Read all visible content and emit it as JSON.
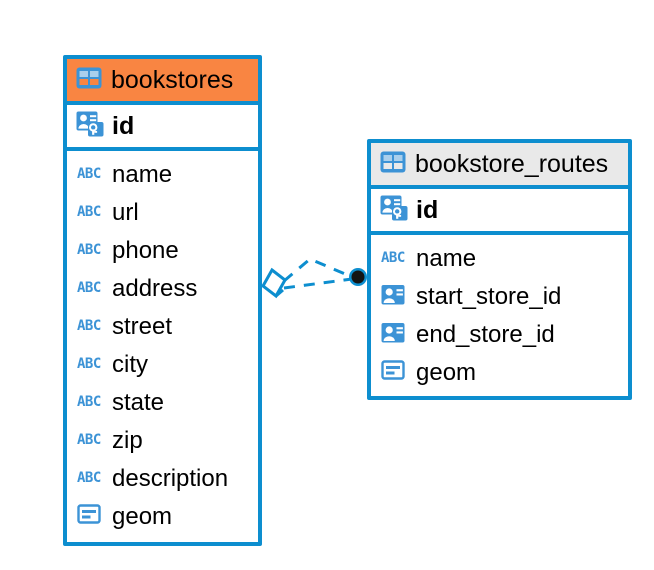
{
  "diagram": {
    "type": "entity-relationship-diagram",
    "background": "#ffffff",
    "accent_color": "#0d8ecf",
    "highlight_color": "#f98542",
    "neutral_header_color": "#e9e9e9"
  },
  "tables": [
    {
      "name": "bookstores",
      "title": "bookstores",
      "header_style": "orange",
      "header_icon": "table-icon",
      "primary_key": {
        "label": "id",
        "icon": "primary-key-icon"
      },
      "fields": [
        {
          "label": "name",
          "icon": "text-type-icon"
        },
        {
          "label": "url",
          "icon": "text-type-icon"
        },
        {
          "label": "phone",
          "icon": "text-type-icon"
        },
        {
          "label": "address",
          "icon": "text-type-icon"
        },
        {
          "label": "street",
          "icon": "text-type-icon"
        },
        {
          "label": "city",
          "icon": "text-type-icon"
        },
        {
          "label": "state",
          "icon": "text-type-icon"
        },
        {
          "label": "zip",
          "icon": "text-type-icon"
        },
        {
          "label": "description",
          "icon": "text-type-icon"
        },
        {
          "label": "geom",
          "icon": "geometry-type-icon"
        }
      ]
    },
    {
      "name": "bookstore_routes",
      "title": "bookstore_routes",
      "header_style": "grey",
      "header_icon": "table-icon",
      "primary_key": {
        "label": "id",
        "icon": "primary-key-icon"
      },
      "fields": [
        {
          "label": "name",
          "icon": "text-type-icon"
        },
        {
          "label": "start_store_id",
          "icon": "foreign-key-icon"
        },
        {
          "label": "end_store_id",
          "icon": "foreign-key-icon"
        },
        {
          "label": "geom",
          "icon": "geometry-type-icon"
        }
      ]
    }
  ],
  "relationship": {
    "from_table": "bookstores",
    "to_table": "bookstore_routes",
    "line_style": "dashed",
    "line_color": "#0d8ecf",
    "source_marker": "diamond-marker",
    "target_marker": "filled-circle-marker"
  }
}
